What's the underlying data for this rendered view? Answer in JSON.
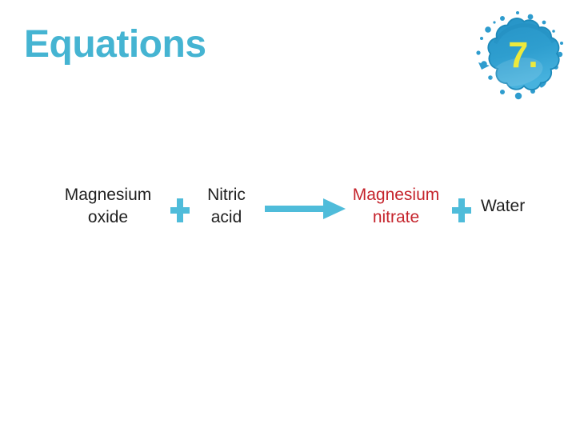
{
  "slide": {
    "title": "Equations",
    "badge": {
      "number": "7."
    },
    "equation": {
      "reactant1": {
        "line1": "Magnesium",
        "line2": "oxide"
      },
      "plus1": "+",
      "reactant2": {
        "line1": "Nitric",
        "line2": "acid"
      },
      "arrow": "→",
      "product1": {
        "line1": "Magnesium",
        "line2": "nitrate"
      },
      "plus2": "+",
      "product2": "Water"
    },
    "colors": {
      "title_cyan": "#45B4D2",
      "accent_cyan": "#4FBCDA",
      "splat_blue": "#2B9CCE",
      "splat_rim_blue": "#1E8ABA",
      "badge_yellow": "#EDE93C",
      "product_red": "#C5242C",
      "body_text": "#1F1F1F",
      "background": "#FFFFFF"
    }
  }
}
